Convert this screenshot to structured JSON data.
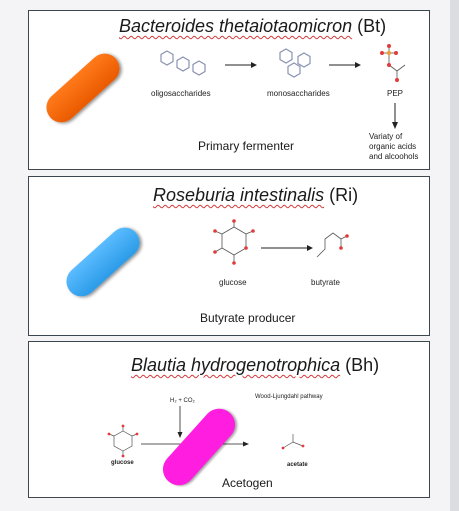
{
  "panels": [
    {
      "title_italic": "Bacteroides thetaiotaomicron",
      "title_suffix": " (Bt)",
      "caption": "Primary fermenter",
      "bacterium_color": "#f26b0f",
      "labels": {
        "step1": "oligosaccharides",
        "step2": "monosaccharides",
        "step3": "PEP",
        "products": [
          "Variaty of",
          "organic acids",
          "and alcoohols"
        ]
      }
    },
    {
      "title_italic": "Roseburia intestinalis",
      "title_suffix": " (Ri)",
      "caption": "Butyrate producer",
      "bacterium_color": "#3aa8f5",
      "labels": {
        "substrate": "glucose",
        "product": "butyrate"
      }
    },
    {
      "title_italic": "Blautia hydrogenotrophica",
      "title_suffix": " (Bh)",
      "caption": "Acetogen",
      "bacterium_color": "#ff1ee0",
      "labels": {
        "gas": "H₂ + CO₂",
        "pathway": "Wood-Ljungdahl pathway",
        "substrate": "glucose",
        "product": "acetate"
      }
    }
  ]
}
